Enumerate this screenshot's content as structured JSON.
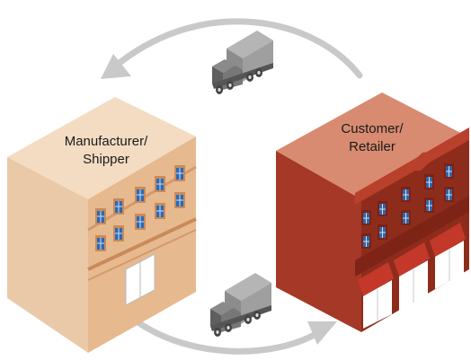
{
  "diagram": {
    "manufacturer": {
      "line1": "Manufacturer/",
      "line2": "Shipper"
    },
    "customer": {
      "line1": "Customer/",
      "line2": "Retailer"
    }
  },
  "icons": [
    "truck-icon-top",
    "truck-icon-bottom",
    "arrow-top",
    "arrow-bottom"
  ],
  "colors": {
    "manufacturer_front": "#e7b98f",
    "manufacturer_top": "#f3dcc2",
    "customer_front": "#a53826",
    "customer_top": "#d88b70",
    "arrow": "#c9c9c9",
    "truck": "#8f8f8f"
  }
}
